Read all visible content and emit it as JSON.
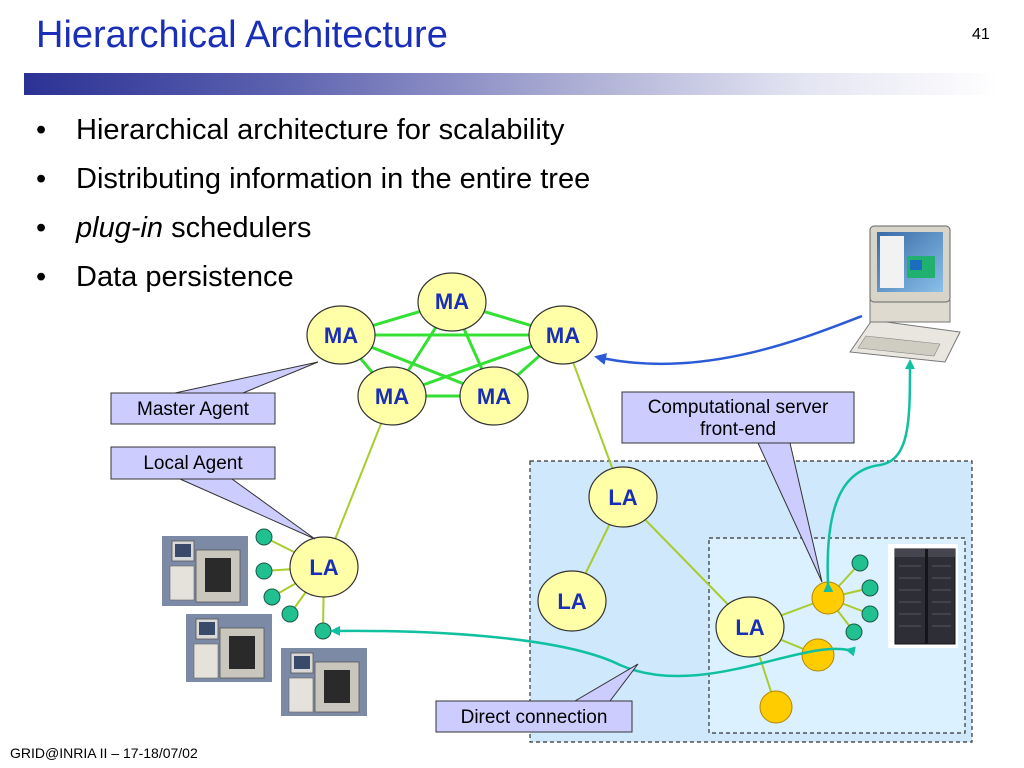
{
  "slide": {
    "title": "Hierarchical Architecture",
    "number": "41",
    "footer": "GRID@INRIA II  – 17-18/07/02"
  },
  "bullets": [
    {
      "symbol": "•",
      "italic": "",
      "text": "Hierarchical architecture for scalability"
    },
    {
      "symbol": "•",
      "italic": "",
      "text": "Distributing information in the entire tree"
    },
    {
      "symbol": "•",
      "italic": "plug-in",
      "text": " schedulers"
    },
    {
      "symbol": "•",
      "italic": "",
      "text": "Data persistence"
    }
  ],
  "diagram": {
    "master_agent_label": "MA",
    "local_agent_label": "LA",
    "callouts": {
      "master_agent": "Master Agent",
      "local_agent": "Local Agent",
      "computational_server_line1": "Computational server",
      "computational_server_line2": "front-end",
      "direct_connection": "Direct connection"
    },
    "icons": [
      "client-workstation-icon",
      "server-tower-icon",
      "workstation-icon"
    ],
    "colors": {
      "title": "#1a2fb8",
      "ma_ring": "#33e033",
      "tree_links": "#a8cc2c",
      "node_fill": "#ffffa8",
      "server_fill": "#ffcc00",
      "client_dot": "#20c090",
      "teal_arrow": "#10c0a0",
      "blue_arrow": "#2a5ad6",
      "callout_fill": "#ccccff",
      "region_fill": "#cfe8fb",
      "inner_region_fill": "#dcf1ff"
    }
  }
}
